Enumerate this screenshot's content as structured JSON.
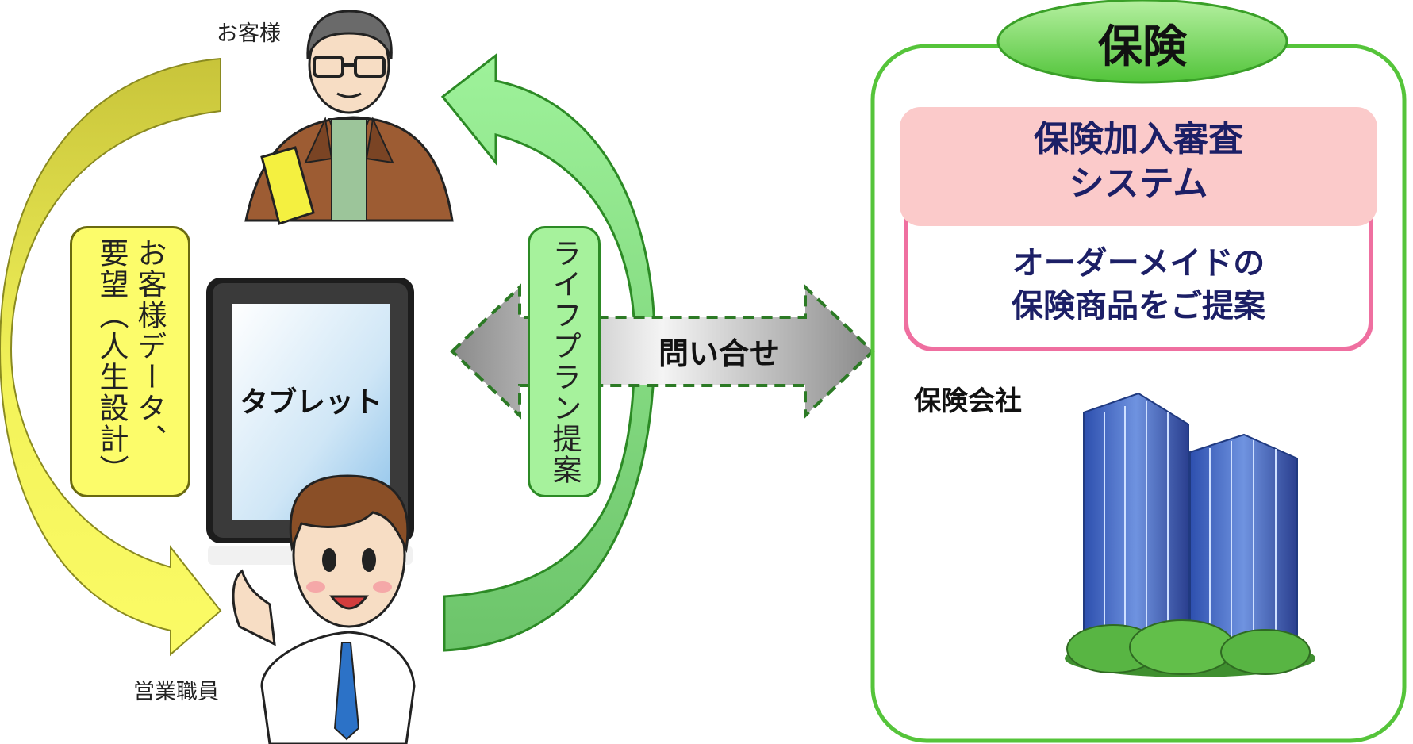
{
  "labels": {
    "customer": "お客様",
    "sales_staff": "営業職員",
    "tablet": "タブレット",
    "customer_data_line1": "お客様データ、",
    "customer_data_line2": "要望（人生設計）",
    "life_plan": "ライフプラン提案",
    "inquiry": "問い合せ",
    "insurance": "保険",
    "system_line1": "保険加入審査",
    "system_line2": "システム",
    "proposal_line1": "オーダーメイドの",
    "proposal_line2": "保険商品をご提案",
    "insurance_company": "保険会社"
  },
  "icons": {
    "customer": "customer-man-with-glasses-icon",
    "staff": "salesman-pointing-icon",
    "tablet": "tablet-device-icon",
    "building": "office-buildings-icon"
  },
  "colors": {
    "green_border": "#55c43a",
    "badge_green": "#6dd34d",
    "arrow_yellow": "#ecec56",
    "arrow_green": "#8fe08a",
    "pink_panel": "#fbcaca",
    "pink_border": "#ef6fa0",
    "navy_text": "#1c1f66"
  }
}
